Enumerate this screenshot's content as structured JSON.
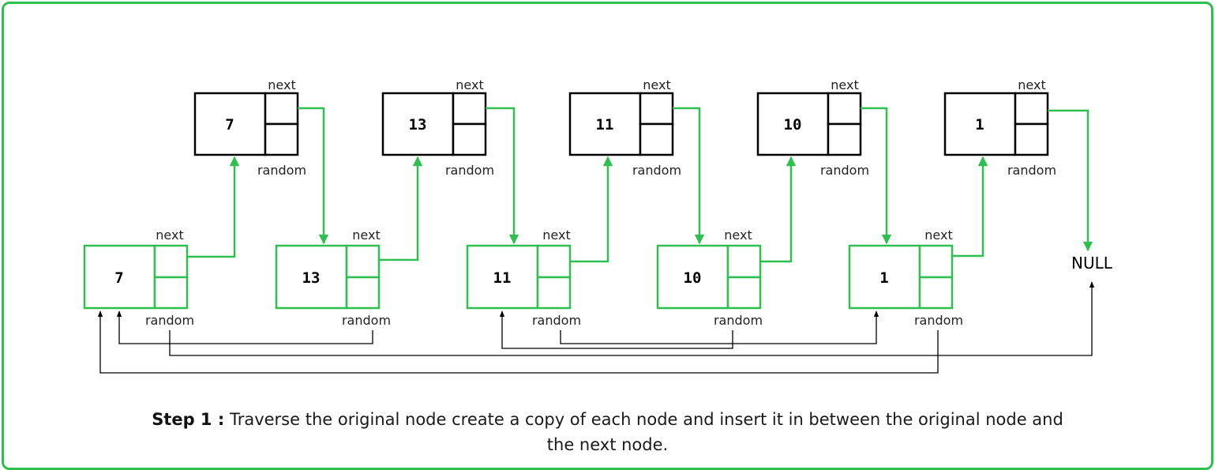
{
  "original_nodes": [
    {
      "value": "7",
      "next_label": "next",
      "random_label": "random"
    },
    {
      "value": "13",
      "next_label": "next",
      "random_label": "random"
    },
    {
      "value": "11",
      "next_label": "next",
      "random_label": "random"
    },
    {
      "value": "10",
      "next_label": "next",
      "random_label": "random"
    },
    {
      "value": "1",
      "next_label": "next",
      "random_label": "random"
    }
  ],
  "copy_nodes": [
    {
      "value": "7",
      "next_label": "next",
      "random_label": "random"
    },
    {
      "value": "13",
      "next_label": "next",
      "random_label": "random"
    },
    {
      "value": "11",
      "next_label": "next",
      "random_label": "random"
    },
    {
      "value": "10",
      "next_label": "next",
      "random_label": "random"
    },
    {
      "value": "1",
      "next_label": "next",
      "random_label": "random"
    }
  ],
  "null_label": "NULL",
  "caption": {
    "step": "Step 1 :",
    "text": "Traverse the original node create a copy of each node and insert it in between the original node and the next node."
  },
  "colors": {
    "green": "#2fbf4f",
    "black": "#000000"
  }
}
